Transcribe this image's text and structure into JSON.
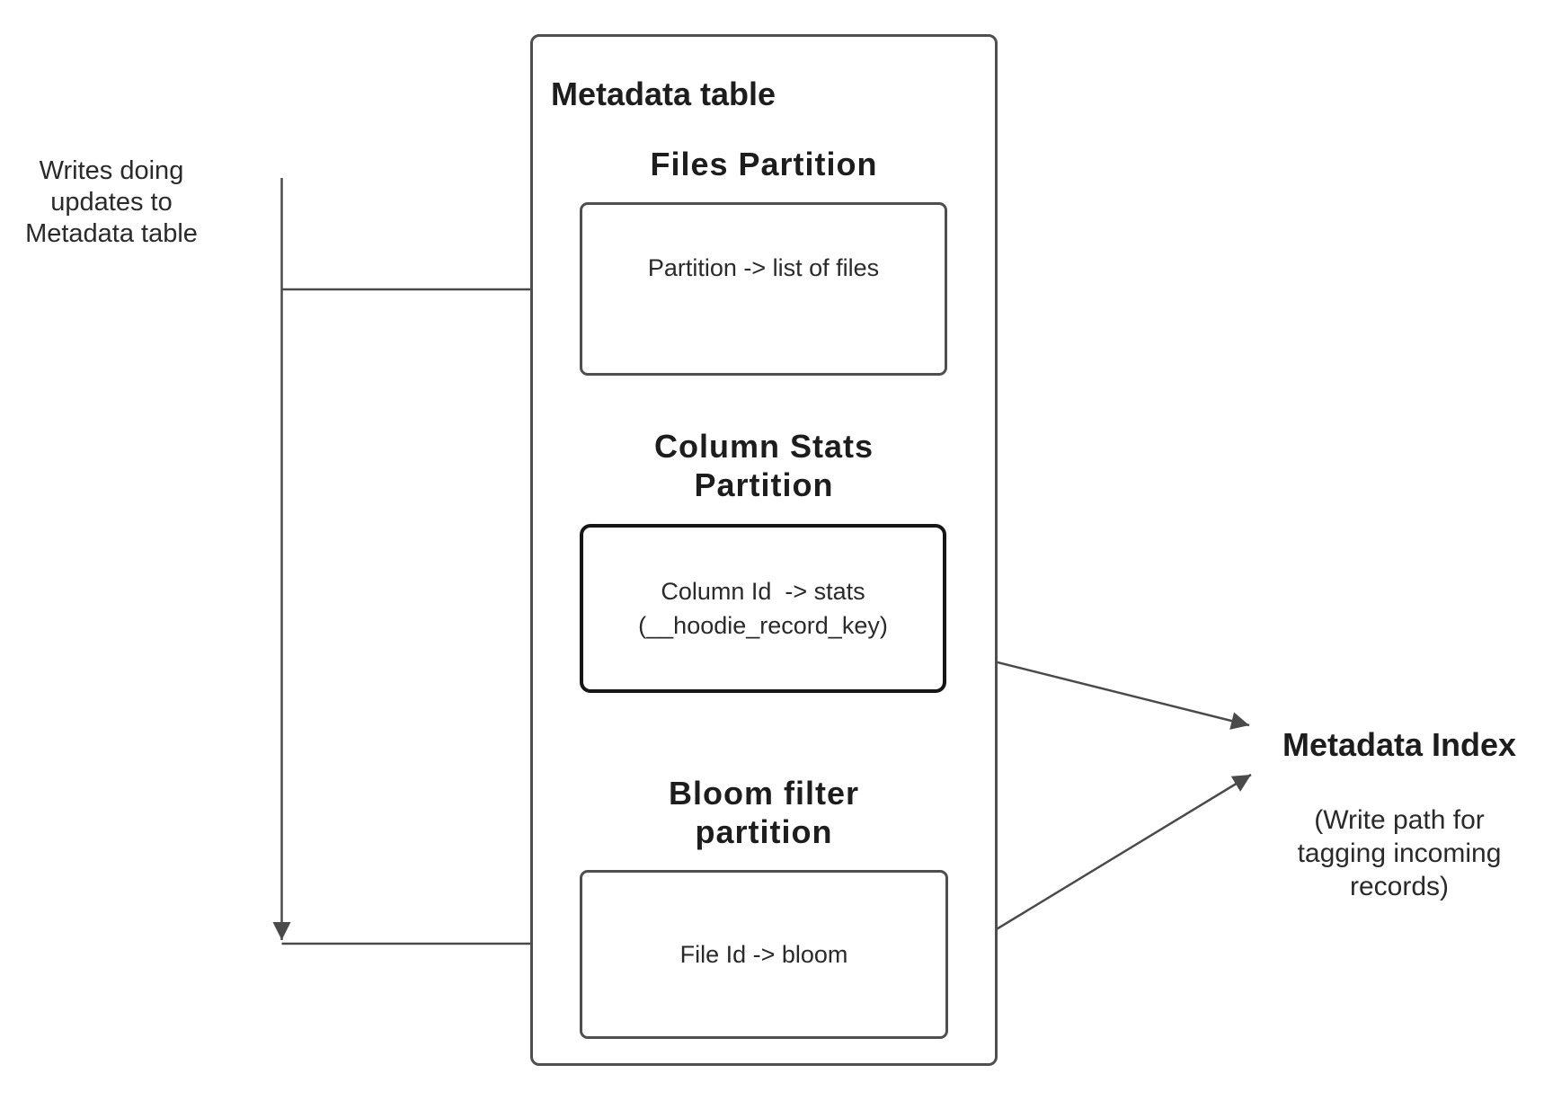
{
  "left_note": "Writes doing\nupdates to\nMetadata table",
  "metadata_table": {
    "title": "Metadata table",
    "partitions": [
      {
        "heading": "Files Partition",
        "content": "Partition -> list of files"
      },
      {
        "heading": "Column Stats\nPartition",
        "content": "Column Id  -> stats\n(__hoodie_record_key)"
      },
      {
        "heading": "Bloom filter\npartition",
        "content": "File Id -> bloom"
      }
    ]
  },
  "metadata_index": {
    "title": "Metadata Index",
    "subtitle": "(Write path for\ntagging incoming\nrecords)"
  },
  "colors": {
    "background": "#ffffff",
    "connector_line": "#4a4a4a",
    "box_border": "#4f4f4f",
    "stats_box_border": "#161616",
    "text": "#2a2a2a",
    "heading_text": "#1d1d1d"
  }
}
